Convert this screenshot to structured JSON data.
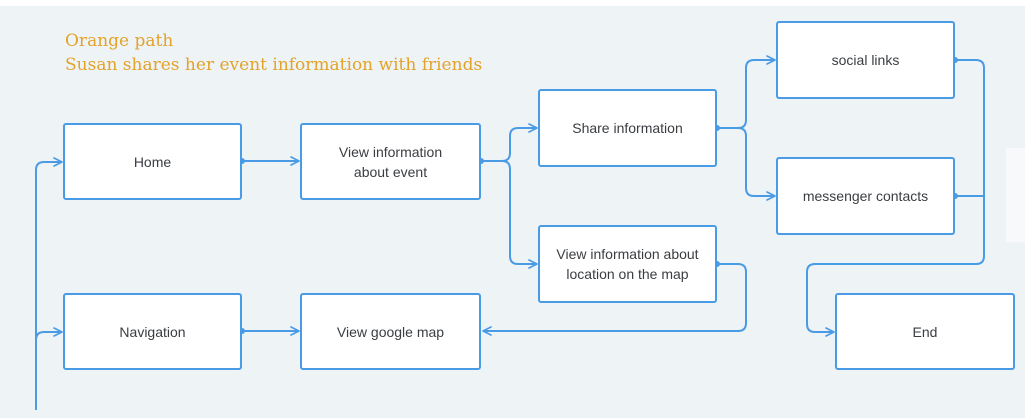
{
  "title": {
    "line1": "Orange path",
    "line2": "Susan shares her event information with friends"
  },
  "nodes": [
    {
      "id": "home",
      "label": "Home"
    },
    {
      "id": "view-info-event",
      "label": "View information\nabout event"
    },
    {
      "id": "share-info",
      "label": "Share information"
    },
    {
      "id": "social-links",
      "label": "social links"
    },
    {
      "id": "messenger-contacts",
      "label": "messenger contacts"
    },
    {
      "id": "view-location-map",
      "label": "View information about\nlocation on the map"
    },
    {
      "id": "navigation",
      "label": "Navigation"
    },
    {
      "id": "view-google-map",
      "label": "View google map"
    },
    {
      "id": "end",
      "label": "End"
    }
  ],
  "edges": [
    {
      "from": "home",
      "to": "view-info-event"
    },
    {
      "from": "view-info-event",
      "to": "share-info"
    },
    {
      "from": "view-info-event",
      "to": "view-location-map"
    },
    {
      "from": "share-info",
      "to": "social-links"
    },
    {
      "from": "share-info",
      "to": "messenger-contacts"
    },
    {
      "from": "social-links",
      "to": "end"
    },
    {
      "from": "messenger-contacts",
      "to": "end"
    },
    {
      "from": "view-location-map",
      "to": "view-google-map"
    },
    {
      "from": "navigation",
      "to": "view-google-map"
    },
    {
      "from": "entry",
      "to": "home"
    },
    {
      "from": "entry",
      "to": "navigation"
    }
  ],
  "colors": {
    "accent": "#4a9be6",
    "title": "#e3a32a",
    "background": "#eef3f6",
    "node_fill": "#ffffff",
    "node_text": "#3a3d42"
  }
}
